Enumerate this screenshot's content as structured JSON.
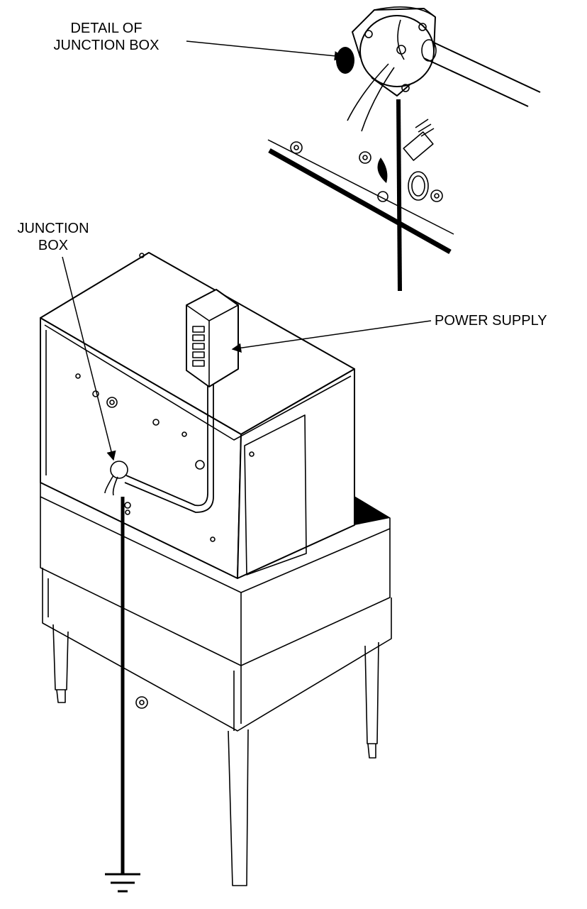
{
  "labels": {
    "detail_line1": "DETAIL OF",
    "detail_line2": "JUNCTION BOX",
    "junction_line1": "JUNCTION",
    "junction_line2": "BOX",
    "power_supply": "POWER SUPPLY"
  },
  "colors": {
    "ink": "#000000",
    "paper": "#ffffff"
  },
  "icons": [
    "ground-symbol-icon"
  ]
}
